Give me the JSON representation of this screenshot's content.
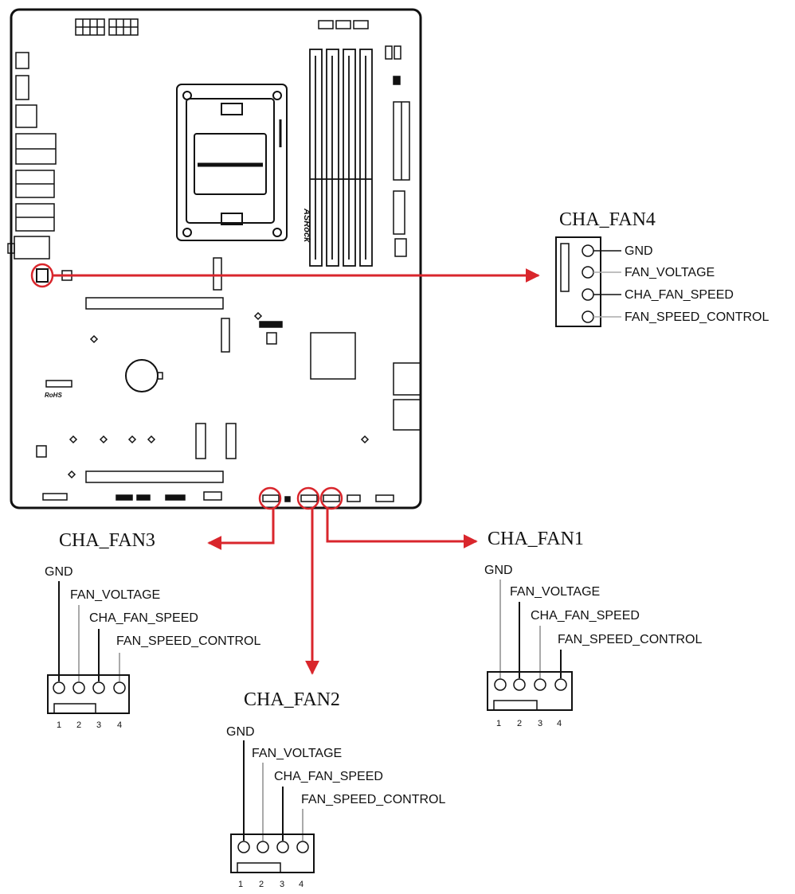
{
  "colors": {
    "board_outline": "#111111",
    "callout_red": "#d9262c",
    "pin_wire_dark": "#111111",
    "pin_wire_light": "#aaaaaa",
    "background": "#ffffff"
  },
  "board": {
    "brand_text": "ASRock",
    "rohs_text": "RoHS"
  },
  "headers": {
    "cha_fan4": {
      "title": "CHA_FAN4",
      "pins": [
        "GND",
        "FAN_VOLTAGE",
        "CHA_FAN_SPEED",
        "FAN_SPEED_CONTROL"
      ]
    },
    "cha_fan3": {
      "title": "CHA_FAN3",
      "pins": [
        "GND",
        "FAN_VOLTAGE",
        "CHA_FAN_SPEED",
        "FAN_SPEED_CONTROL"
      ],
      "pin_numbers": [
        "1",
        "2",
        "3",
        "4"
      ]
    },
    "cha_fan2": {
      "title": "CHA_FAN2",
      "pins": [
        "GND",
        "FAN_VOLTAGE",
        "CHA_FAN_SPEED",
        "FAN_SPEED_CONTROL"
      ],
      "pin_numbers": [
        "1",
        "2",
        "3",
        "4"
      ]
    },
    "cha_fan1": {
      "title": "CHA_FAN1",
      "pins": [
        "GND",
        "FAN_VOLTAGE",
        "CHA_FAN_SPEED",
        "FAN_SPEED_CONTROL"
      ],
      "pin_numbers": [
        "1",
        "2",
        "3",
        "4"
      ]
    }
  }
}
